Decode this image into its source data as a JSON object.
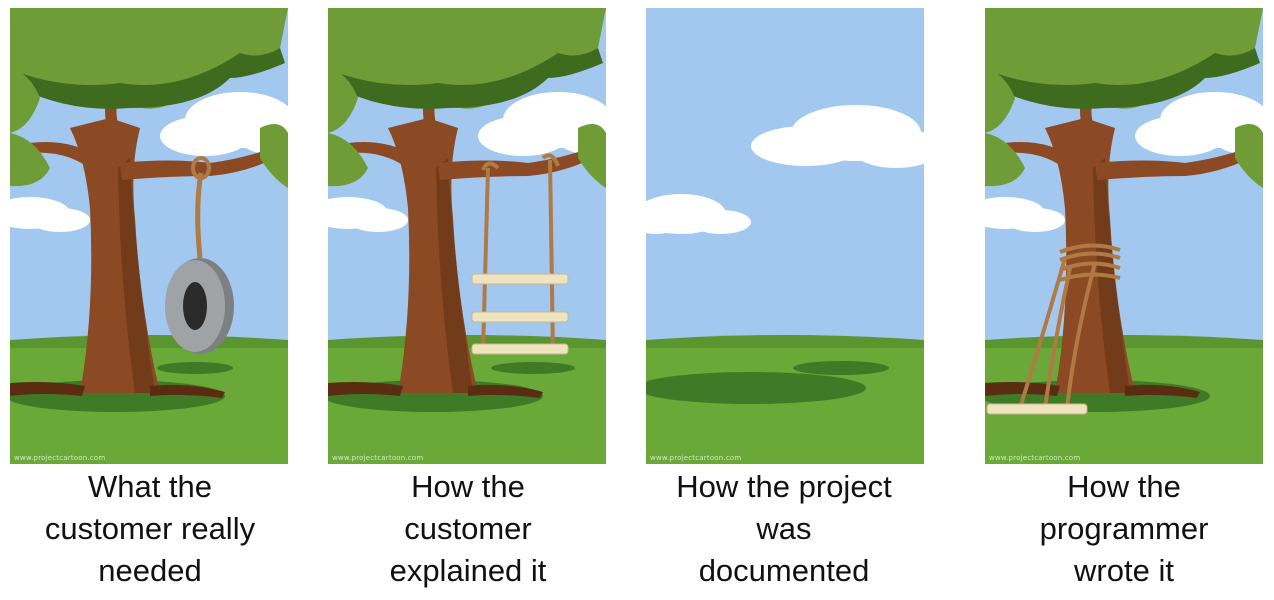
{
  "panels": [
    {
      "id": "customer-needed",
      "depicts": "tree-with-tire-swing",
      "credit": "www.projectcartoon.com",
      "caption": [
        "What the",
        "customer really",
        "needed"
      ]
    },
    {
      "id": "customer-explained",
      "depicts": "tree-with-three-seat-rope-swing",
      "credit": "www.projectcartoon.com",
      "caption": [
        "How the",
        "customer",
        "explained it"
      ]
    },
    {
      "id": "project-documented",
      "depicts": "empty-sky-and-grass",
      "credit": "www.projectcartoon.com",
      "caption": [
        "How the project",
        "was",
        "documented"
      ]
    },
    {
      "id": "programmer-wrote",
      "depicts": "swing-seat-tied-around-tree-trunk",
      "credit": "www.projectcartoon.com",
      "caption": [
        "How the",
        "programmer",
        "wrote it"
      ]
    }
  ],
  "colors": {
    "sky": "#a2c8f0",
    "cloud": "#ffffff",
    "grass": "#6aa838",
    "grass_dark": "#5a9530",
    "shadow": "#3f7a26",
    "leaves": "#6f9c37",
    "leaves_dark": "#3e6b1e",
    "trunk": "#8b4a24",
    "trunk_dark": "#5a2d12",
    "rope": "#b07a45",
    "seat": "#efe4bf",
    "tire": "#7d8082"
  }
}
